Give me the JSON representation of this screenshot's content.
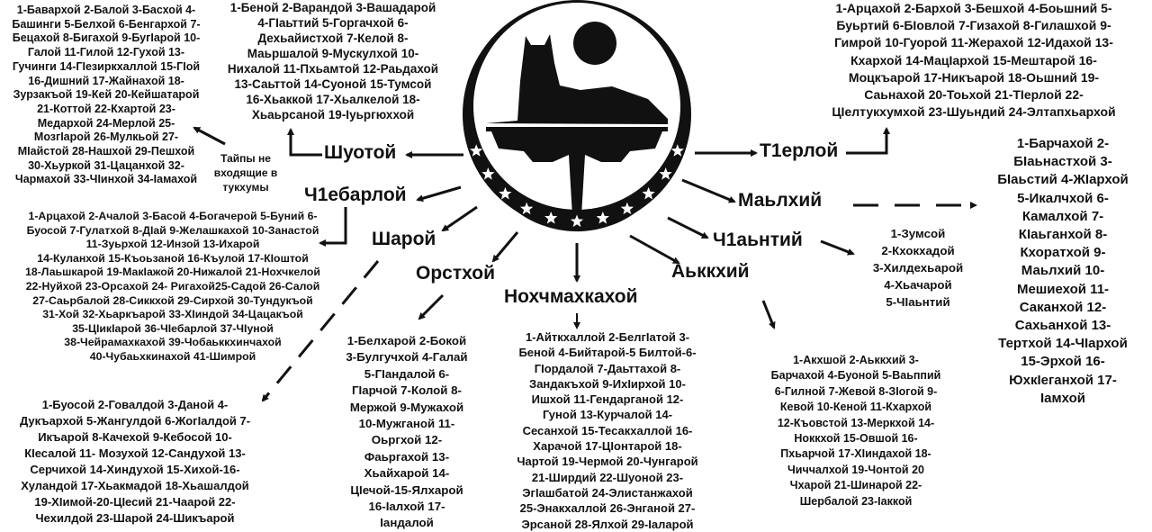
{
  "emblem": {
    "colors": {
      "ink": "#111111",
      "paper": "#ffffff"
    },
    "stars": 11
  },
  "non_tukhum": {
    "caption": [
      "Тайпы не",
      "входящие в",
      "тукхумы"
    ],
    "lines": [
      "1-Бавархой 2-Балой 3-Басхой 4-",
      "Башинги 5-Белхой 6-Бенгархой 7-",
      "Бецахой 8-Бигахой 9-БугIарой 10-",
      "Галой 11-Гилой 12-Гухой 13-",
      "Гучинги 14-ГIезиркхаллой 15-ГIой",
      "16-Дишний 17-Жайнахой 18-",
      "Зурзакъой 19-Кей 20-Кейшатарой",
      "21-Коттой 22-Кхартой 23-",
      "Медархой 24-Мерлой 25-",
      "МозгIарой 26-Мулкьой 27-",
      "МIайстой 28-Нашхой 29-Пешхой",
      "30-Хьуркой 31-Цацанхой 32-",
      "Чармахой 33-ЧIинхой 34-Iамахой"
    ]
  },
  "tukhums": [
    {
      "name": "Шуотой",
      "lines": [
        "1-Беной  2-Варандой 3-Вашадарой",
        "4-ГIаьттий 5-Горгачхой 6-",
        "Дехьайистхой 7-Келой 8-",
        "Маьршалой 9-Мускулхой 10-",
        "Нихалой 11-Пхьамтой 12-Раьдахой",
        "13-Саьттой 14-Суоной 15-Тумсой",
        "16-Хьаккой  17-Хьалкелой 18-",
        "Хьаьрсаной 19-Iуьргюххой"
      ]
    },
    {
      "name": "Т1ерлой",
      "lines": [
        "1-Арцахой 2-Бархой 3-Бешхой 4-Боьшний 5-",
        "Буьртий 6-БIовлой 7-Гизахой 8-Гилашхой 9-",
        "Гимрой 10-Гуорой 11-Жерахой 12-Идахой 13-",
        "Кхархой 14-МацIархой 15-Мештарой 16-",
        "Моцкъарой 17-Никъарой 18-Оьшний 19-",
        "Саьнахой 20-Тоьхой 21-ТIерлой 22-",
        "ЦIелтукхумхой 23-Шуьндий 24-Элтапхьархой"
      ]
    },
    {
      "name": "Ч1ебарлой",
      "lines": [
        "1-Арцахой 2-Ачалой 3-Басой   4-Богачерой 5-Буний 6-",
        "Буосой 7-Гулатхой 8-ДIай 9-Желашкахой 10-Занастой",
        "11-Зуьрхой 12-Инзой 13-Ихарой",
        "14-Куланхой 15-Къоьзаной 16-Къулой 17-КIоштой",
        "18-Лаьшкарой 19-МакIажой 20-Нижалой 21-Нохчкелой",
        "22-Нуйхой 23-Орсахой 24- Ригахой25-Садой 26-Салой",
        "27-Саьрбалой 28-Сиккхой  29-Сирхой 30-Тундукъой",
        "31-Хой 32-Хьаркъарой 33-ХIиндой 34-Цацакъой",
        "35-ЦIикIарой 36-ЧIебарлой 37-ЧIуной",
        "38-Чейрамахкахой 39-Чобаьккхинчахой",
        "40-Чубаьхкинахой 41-Шимрой"
      ]
    },
    {
      "name": "Шарой",
      "lines": [
        "1-Буосой 2-Говалдой 3-Даной 4-",
        "Дукъархой 5-Жангулдой 6-ЖогIалдой 7-",
        "Икъарой 8-Качехой 9-Кебосой 10-",
        "КIесалой 11- Мозухой 12-Сандухой 13-",
        "Серчихой 14-Хиндухой 15-Хихой-16-",
        "Хуландой 17-Хьакмадой 18-Хьашалдой",
        "19-ХIимой-20-ЦIесий 21-Чаарой 22-",
        "Чехилдой 23-Шарой 24-Шикъарой"
      ]
    },
    {
      "name": "Орстхой",
      "lines": [
        "1-Белхарой 2-Бокой",
        "3-Булгучхой 4-Галай",
        "5-ГIандалой 6-",
        "ГIарчой 7-Колой 8-",
        "Мержой 9-Мужахой",
        "10-Мужганой 11-",
        "Оьргхой 12-",
        "Фаьргахой 13-",
        "Хьайхарой 14-",
        "ЦIечой-15-Ялхарой",
        "16-Iалхой 17-",
        "Iандалой"
      ]
    },
    {
      "name": "Нохчмахкахой",
      "lines": [
        "1-Айткхаллой 2-БелгIатой 3-",
        "Беной 4-Бийтарой-5 Билтой-6-",
        "ГIордалой 7-Даьттахой 8-",
        "Зандакъхой 9-ИхIирхой 10-",
        "Ишхой 11-Гендарганой 12-",
        "Гуной 13-Курчалой 14-",
        "Сесанхой 15-Тесакхаллой 16-",
        "Харачой 17-ЦIонтарой 18-",
        "Чартой 19-Чермой 20-Чунгарой",
        "21-Ширдий 22-Шуоной 23-",
        "ЭгIашбатой 24-Элистанжахой",
        "25-Энакхаллой 26-Энганой 27-",
        "Эрсаной 28-Ялхой 29-Iаларой"
      ]
    },
    {
      "name": "Аьккхий",
      "lines": [
        "1-Акхшой 2-Аьккхий 3-",
        "Барчахой 4-Буоной 5-Ваьппий",
        "6-Гилной 7-Жевой 8-ЗIогой 9-",
        "Кевой 10-Кеной 11-Кхархой",
        "12-Къовстой 13-Меркхой 14-",
        "Ноккхой 15-Овшой 16-",
        "Пхьарчой 17-ХIиндахой 18-",
        "Чиччалхой 19-Чонтой 20",
        "Чхарой 21-Шинарой 22-",
        "Шербалой 23-Iаккой"
      ]
    },
    {
      "name": "Ч1аьнтий",
      "lines": [
        "1-Зумсой",
        "2-Кхокхадой",
        "3-Хилдехьарой",
        "4-Хьачарой",
        "5-ЧIаьнтий"
      ]
    },
    {
      "name": "Маьлхий",
      "lines": [
        "1-Барчахой 2-",
        "БIаьнастхой 3-",
        "БIаьстий 4-ЖIархой",
        "5-Икалчхой 6-",
        "Камалхой 7-",
        "КIаьганхой 8-",
        "Кхоратхой 9-",
        "Маьлхий 10-",
        "Мешиехой 11-",
        "Саканхой 12-",
        "Сахьанхой 13-",
        "Тертхой 14-ЧIархой",
        "15-Эрхой 16-",
        "ЮхкIеганхой 17-",
        "Iамхой"
      ]
    }
  ]
}
